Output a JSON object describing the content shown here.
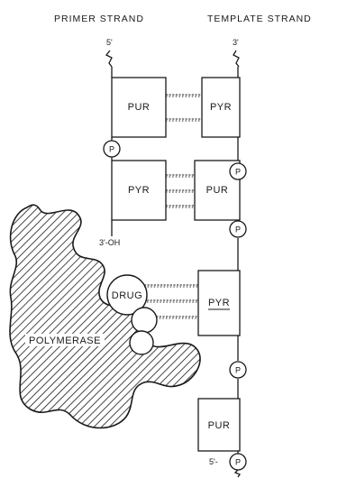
{
  "headers": {
    "primer": "PRIMER STRAND",
    "template": "TEMPLATE STRAND"
  },
  "ends": {
    "primer_top": "5'",
    "template_top": "3'",
    "template_bottom": "5'-",
    "primer_3oh": "3'-OH"
  },
  "primer_bases": [
    "PUR",
    "PYR"
  ],
  "template_bases": [
    "PYR",
    "PUR",
    "PYR",
    "PUR"
  ],
  "phosphate": "P",
  "drug": "DRUG",
  "enzyme": "POLYMERASE"
}
